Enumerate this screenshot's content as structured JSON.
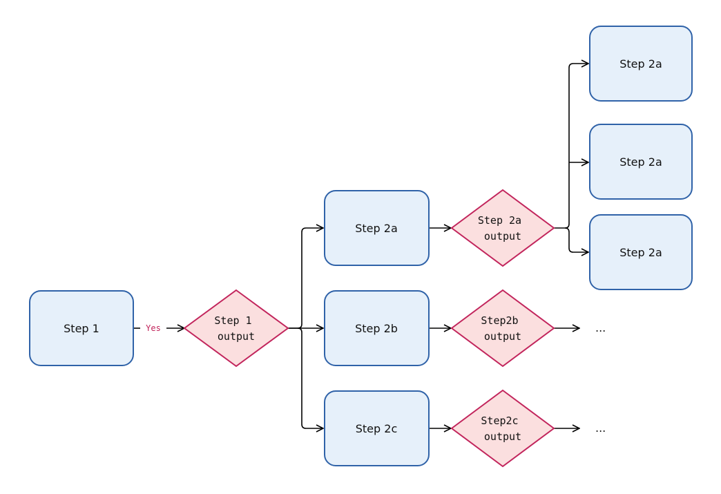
{
  "colors": {
    "box_fill": "#e6f0fa",
    "box_stroke": "#2f62a8",
    "diamond_fill": "#fbdfdf",
    "diamond_stroke": "#c2255c",
    "edge_label": "#c2255c",
    "connector": "#000000"
  },
  "nodes": {
    "step1": "Step 1",
    "step2a": "Step 2a",
    "step2b": "Step 2b",
    "step2c": "Step 2c",
    "step2a_out1": "Step 2a",
    "step2a_out2": "Step 2a",
    "step2a_out3": "Step 2a"
  },
  "decisions": {
    "step1_output": {
      "line1": "Step 1",
      "line2": "output"
    },
    "step2a_output": {
      "line1": "Step 2a",
      "line2": "output"
    },
    "step2b_output": {
      "line1": "Step2b",
      "line2": "output"
    },
    "step2c_output": {
      "line1": "Step2c",
      "line2": "output"
    }
  },
  "edge_labels": {
    "step1_to_output": "Yes"
  },
  "continuations": {
    "after_step2b": "...",
    "after_step2c": "..."
  }
}
